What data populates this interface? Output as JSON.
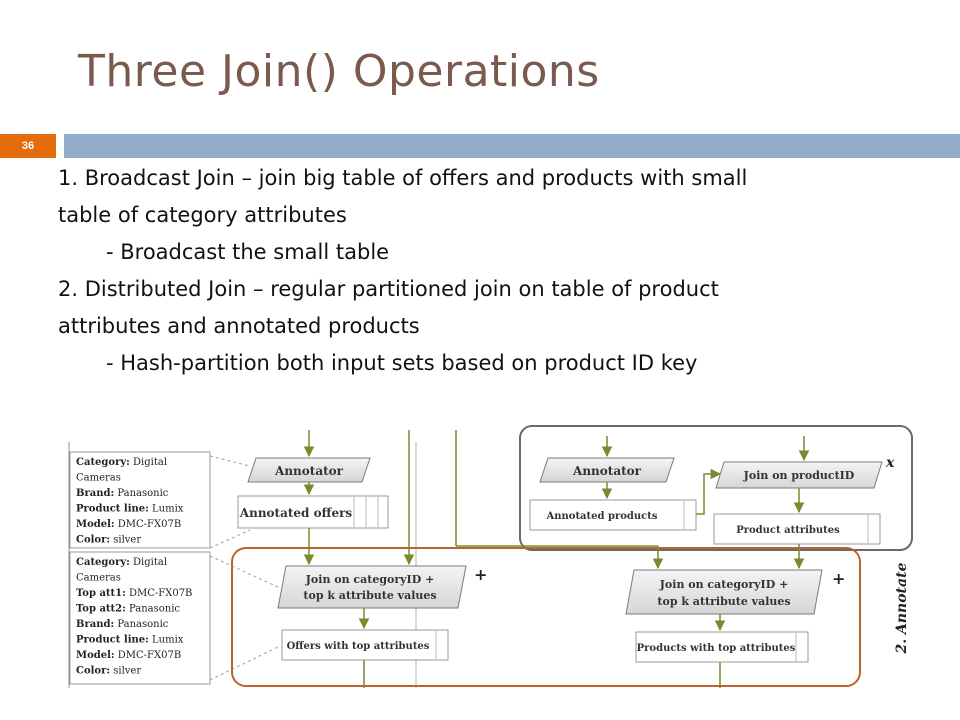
{
  "slide": {
    "title": "Three Join() Operations",
    "number": "36"
  },
  "content": {
    "line1": "1. Broadcast Join – join big table of offers and products with small",
    "line2": "table of category attributes",
    "line3": "- Broadcast the small table",
    "line4": "2. Distributed Join – regular partitioned join on table of product",
    "line5": "attributes and annotated products",
    "line6": "- Hash-partition both input sets based on product ID key"
  },
  "figure": {
    "card1": [
      {
        "label": "Category:",
        "value": " Digital"
      },
      {
        "label": "",
        "value": "Cameras"
      },
      {
        "label": "Brand:",
        "value": " Panasonic"
      },
      {
        "label": "Product line:",
        "value": " Lumix"
      },
      {
        "label": "Model:",
        "value": " DMC-FX07B"
      },
      {
        "label": "Color:",
        "value": " silver"
      }
    ],
    "card2": [
      {
        "label": "Category:",
        "value": " Digital"
      },
      {
        "label": "",
        "value": "Cameras"
      },
      {
        "label": "Top att1:",
        "value": " DMC-FX07B"
      },
      {
        "label": "Top att2:",
        "value": " Panasonic"
      },
      {
        "label": "Brand:",
        "value": " Panasonic"
      },
      {
        "label": "Product line:",
        "value": " Lumix"
      },
      {
        "label": "Model:",
        "value": " DMC-FX07B"
      },
      {
        "label": "Color:",
        "value": " silver"
      }
    ],
    "annotator_left": "Annotator",
    "annotated_offers": "Annotated offers",
    "join_category_left_1": "Join on categoryID +",
    "join_category_left_2": "top k attribute values",
    "offers_top": "Offers with top attributes",
    "annotator_right": "Annotator",
    "annotated_products": "Annotated products",
    "join_product": "Join on productID",
    "product_attributes": "Product attributes",
    "join_category_right_1": "Join on categoryID +",
    "join_category_right_2": "top k attribute values",
    "products_top": "Products with top attributes",
    "plus": "+",
    "x_mark": "x",
    "side_label": "2. Annotate"
  },
  "colors": {
    "title": "#7b5a4e",
    "accent_orange": "#e46c0a",
    "bar_blue": "#94adcb",
    "region_orange": "#c0602a",
    "region_gray": "#6a6a6a",
    "arrow_green": "#7a8a2e"
  }
}
